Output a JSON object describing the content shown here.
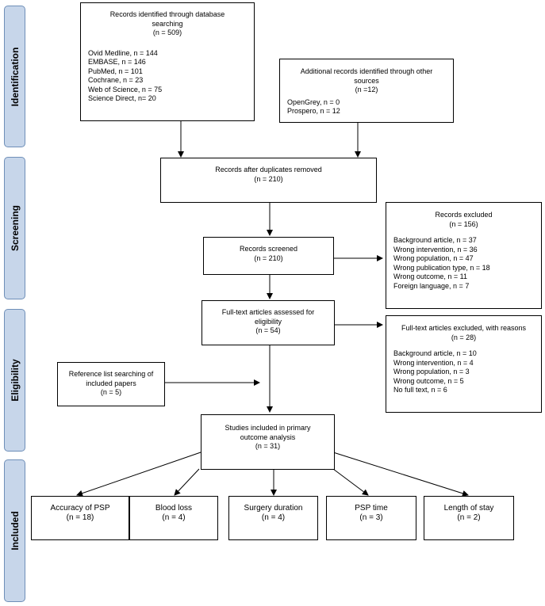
{
  "phases": {
    "identification": "Identification",
    "screening": "Screening",
    "eligibility": "Eligibility",
    "included": "Included"
  },
  "db_search": {
    "title": "Records identified through database searching",
    "count": "(n = 509)",
    "sources": [
      "Ovid Medline, n = 144",
      "EMBASE, n = 146",
      "PubMed, n = 101",
      "Cochrane, n = 23",
      "Web of Science, n = 75",
      "Science Direct, n= 20"
    ]
  },
  "other_sources": {
    "title": "Additional records identified through other sources",
    "count": "(n =12)",
    "sources": [
      "OpenGrey, n = 0",
      "Prospero, n = 12"
    ]
  },
  "duplicates_removed": {
    "title": "Records after duplicates removed",
    "count": "(n = 210)"
  },
  "screened": {
    "title": "Records screened",
    "count": "(n = 210)"
  },
  "excluded": {
    "title": "Records excluded",
    "count": "(n = 156)",
    "reasons": [
      "Background article, n = 37",
      "Wrong intervention, n = 36",
      "Wrong population, n = 47",
      "Wrong publication type, n = 18",
      "Wrong outcome, n = 11",
      "Foreign language, n = 7"
    ]
  },
  "fulltext": {
    "title": "Full-text articles assessed for eligibility",
    "count": "(n = 54)"
  },
  "fulltext_excluded": {
    "title": "Full-text articles excluded, with reasons",
    "count": "(n = 28)",
    "reasons": [
      "Background article, n = 10",
      "Wrong intervention, n = 4",
      "Wrong population, n = 3",
      "Wrong outcome, n =  5",
      "No full text, n = 6"
    ]
  },
  "reference_search": {
    "title": "Reference list searching of included papers",
    "count": "(n = 5)"
  },
  "included_studies": {
    "title": "Studies included in primary outcome analysis",
    "count": "(n = 31)"
  },
  "outcomes": [
    {
      "title": "Accuracy of PSP",
      "count": "(n = 18)"
    },
    {
      "title": "Blood loss",
      "count": "(n = 4)"
    },
    {
      "title": "Surgery duration",
      "count": "(n = 4)"
    },
    {
      "title": "PSP time",
      "count": "(n = 3)"
    },
    {
      "title": "Length of stay",
      "count": "(n = 2)"
    }
  ]
}
